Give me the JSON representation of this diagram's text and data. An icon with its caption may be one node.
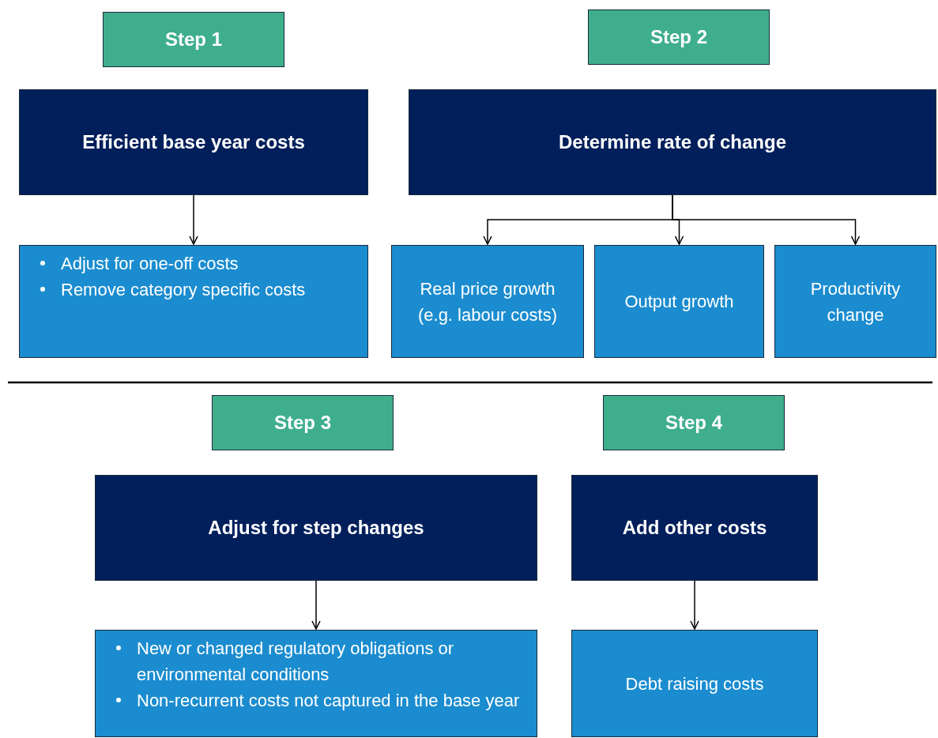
{
  "diagram": {
    "nodes": [
      {
        "text": [
          "Step 1"
        ]
      },
      {
        "text": [
          "Efficient base year costs"
        ]
      },
      {
        "text": [
          "Adjust for one-off costs",
          "Remove category specific costs"
        ]
      },
      {
        "text": [
          "Step 2"
        ]
      },
      {
        "text": [
          "Determine rate of change"
        ]
      },
      {
        "text": [
          "Real price growth (e.g. labour costs)"
        ]
      },
      {
        "text": [
          "Output growth"
        ]
      },
      {
        "text": [
          "Productivity change"
        ]
      },
      {
        "text": [
          "Step 3"
        ]
      },
      {
        "text": [
          "Adjust for step changes"
        ]
      },
      {
        "text": [
          "New or changed regulatory obligations or environmental conditions",
          "Non-recurrent costs not captured in the base year"
        ]
      },
      {
        "text": [
          "Step 4"
        ]
      },
      {
        "text": [
          "Add other costs"
        ]
      },
      {
        "text": [
          "Debt raising costs"
        ]
      }
    ],
    "edges": [
      {
        "from": 1,
        "to": 2,
        "arrow": "to"
      },
      {
        "from": 4,
        "to": 5,
        "arrow": "to"
      },
      {
        "from": 4,
        "to": 6,
        "arrow": "to"
      },
      {
        "from": 4,
        "to": 7,
        "arrow": "to"
      },
      {
        "from": 9,
        "to": 10,
        "arrow": "to"
      },
      {
        "from": 12,
        "to": 13,
        "arrow": "to"
      }
    ]
  }
}
